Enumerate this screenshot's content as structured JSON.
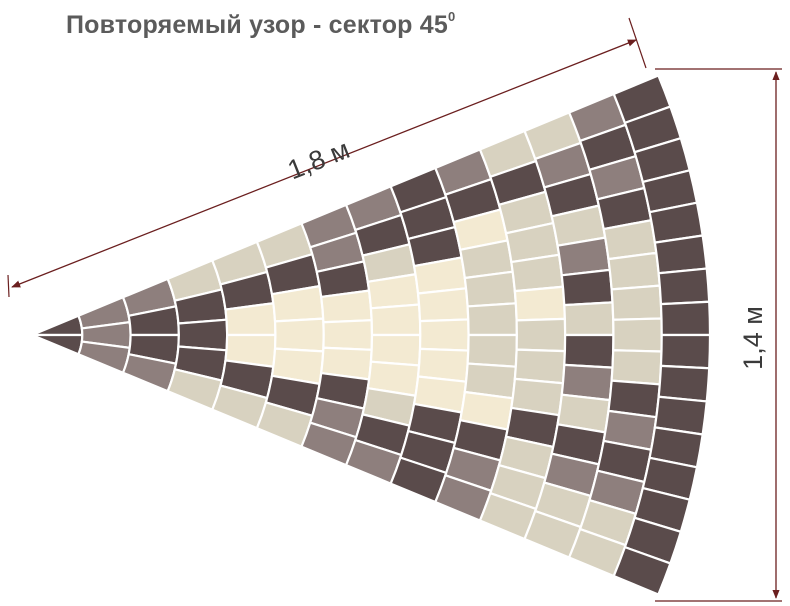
{
  "title": {
    "text": "Повторяемый узор - сектор 45",
    "superscript": "0"
  },
  "dimensions": {
    "length_label": "1,8 м",
    "width_label": "1,4 м"
  },
  "palette": {
    "dark": "#5a4b4b",
    "medium": "#8e7f7d",
    "light": "#d8d2c0",
    "cream": "#f3ead2",
    "grout": "#ffffff",
    "dimension_line": "#6b1f1f",
    "title": "#5b5b5b"
  },
  "pattern": {
    "sector_angle_deg": 45,
    "rings": [
      [
        "d",
        "d"
      ],
      [
        "m",
        "m",
        "m"
      ],
      [
        "m",
        "d",
        "d",
        "m"
      ],
      [
        "l",
        "d",
        "d",
        "d",
        "l"
      ],
      [
        "l",
        "d",
        "c",
        "c",
        "d",
        "l"
      ],
      [
        "l",
        "d",
        "c",
        "c",
        "c",
        "d",
        "l"
      ],
      [
        "m",
        "m",
        "d",
        "c",
        "c",
        "c",
        "d",
        "m",
        "m"
      ],
      [
        "m",
        "d",
        "l",
        "c",
        "c",
        "c",
        "c",
        "l",
        "d",
        "m"
      ],
      [
        "d",
        "d",
        "d",
        "c",
        "c",
        "c",
        "c",
        "c",
        "d",
        "d",
        "d"
      ],
      [
        "m",
        "d",
        "c",
        "l",
        "l",
        "l",
        "l",
        "l",
        "c",
        "d",
        "m",
        "m"
      ],
      [
        "l",
        "d",
        "l",
        "l",
        "l",
        "c",
        "l",
        "l",
        "l",
        "d",
        "l",
        "l",
        "l"
      ],
      [
        "l",
        "m",
        "d",
        "l",
        "m",
        "d",
        "l",
        "d",
        "m",
        "l",
        "d",
        "m",
        "l",
        "l"
      ],
      [
        "m",
        "d",
        "m",
        "d",
        "l",
        "l",
        "l",
        "l",
        "l",
        "d",
        "m",
        "d",
        "m",
        "l",
        "l"
      ],
      [
        "d",
        "d",
        "d",
        "d",
        "d",
        "d",
        "d",
        "d",
        "d",
        "d",
        "d",
        "d",
        "d",
        "d",
        "d",
        "d"
      ]
    ]
  }
}
